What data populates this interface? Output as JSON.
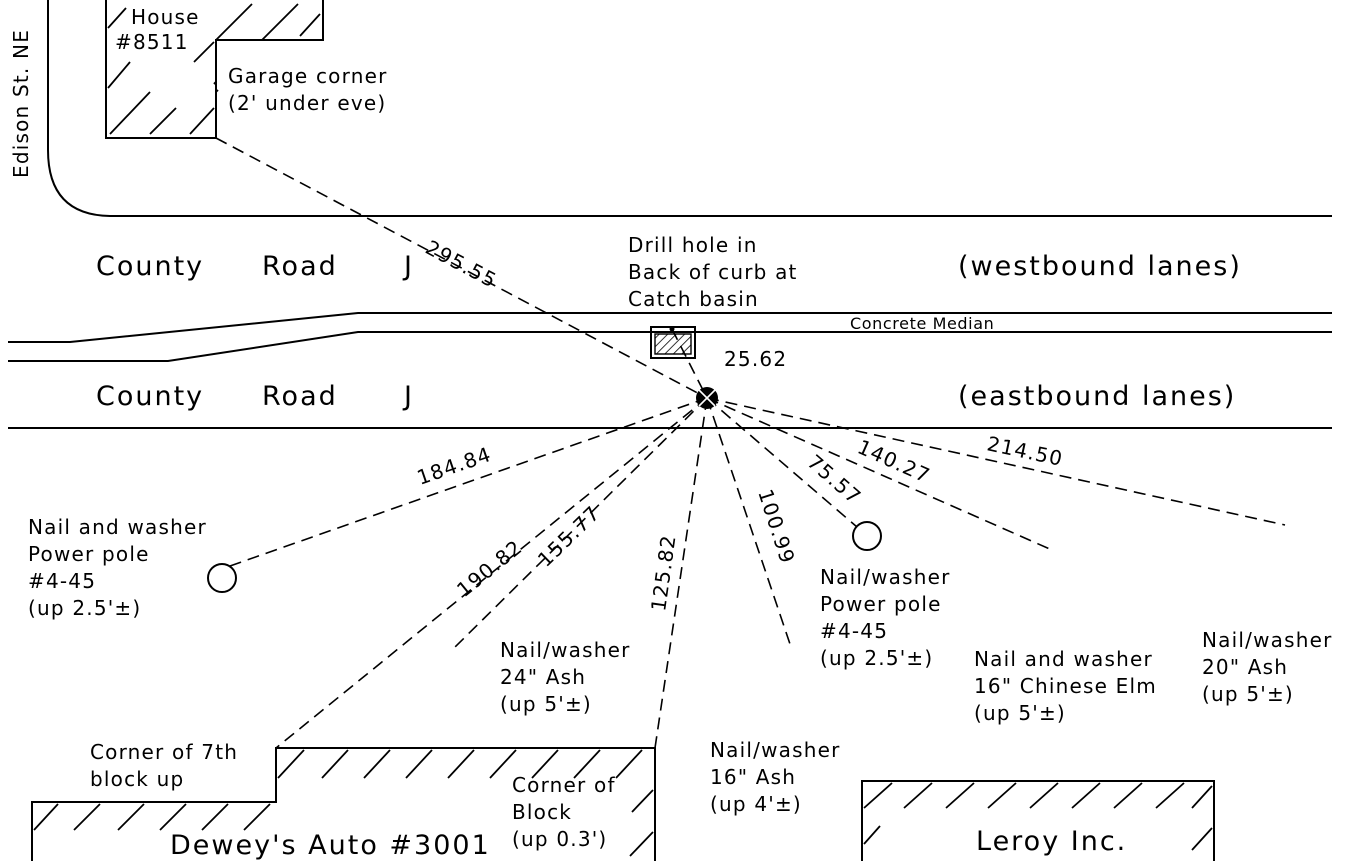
{
  "street": "Edison St. NE",
  "house": {
    "line1": "House",
    "line2": "#8511"
  },
  "garage": {
    "line1": "Garage corner",
    "line2": "(2' under eve)"
  },
  "road": {
    "word1": "County",
    "word2": "Road",
    "word3": "J"
  },
  "westbound": "(westbound lanes)",
  "eastbound": "(eastbound lanes)",
  "drill": {
    "line1": "Drill hole in",
    "line2": "Back of curb at",
    "line3": "Catch basin"
  },
  "median": "Concrete Median",
  "distances": {
    "garage": "295.55",
    "drill_hole": "25.62",
    "power_pole_w": "184.84",
    "corner_7th": "190.82",
    "ash_24": "155.77",
    "corner_block": "125.82",
    "ash_16": "100.99",
    "power_pole_e": "75.57",
    "elm_16": "140.27",
    "ash_20": "214.50"
  },
  "pole_w": {
    "line1": "Nail and washer",
    "line2": "Power pole",
    "line3": "#4-45",
    "line4": "(up 2.5'±)"
  },
  "pole_e": {
    "line1": "Nail/washer",
    "line2": "Power pole",
    "line3": "#4-45",
    "line4": "(up 2.5'±)"
  },
  "ash24": {
    "line1": "Nail/washer",
    "line2": "24\" Ash",
    "line3": "(up 5'±)"
  },
  "ash16": {
    "line1": "Nail/washer",
    "line2": "16\" Ash",
    "line3": "(up 4'±)"
  },
  "elm16": {
    "line1": "Nail and washer",
    "line2": "16\" Chinese Elm",
    "line3": "(up 5'±)"
  },
  "ash20": {
    "line1": "Nail/washer",
    "line2": "20\" Ash",
    "line3": "(up 5'±)"
  },
  "corner7": {
    "line1": "Corner of 7th",
    "line2": "block up"
  },
  "corner_block": {
    "line1": "Corner of",
    "line2": "Block",
    "line3": "(up 0.3')"
  },
  "dewey": "Dewey's Auto #3001",
  "leroy": "Leroy Inc."
}
